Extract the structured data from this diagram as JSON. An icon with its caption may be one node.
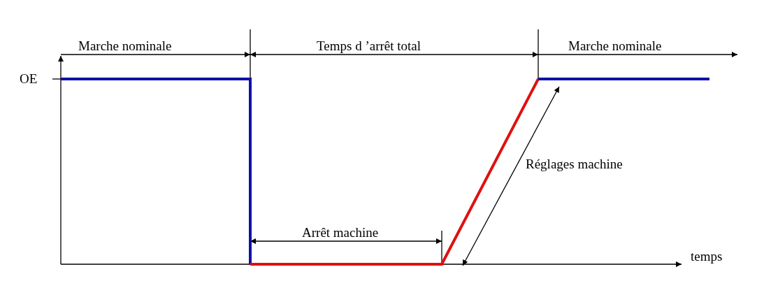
{
  "diagram": {
    "labels": [
      "Marche nominale",
      "Temps d ’arrêt total",
      "Marche nominale",
      "OE",
      "Réglages machine",
      "Arrêt machine",
      "temps"
    ]
  }
}
